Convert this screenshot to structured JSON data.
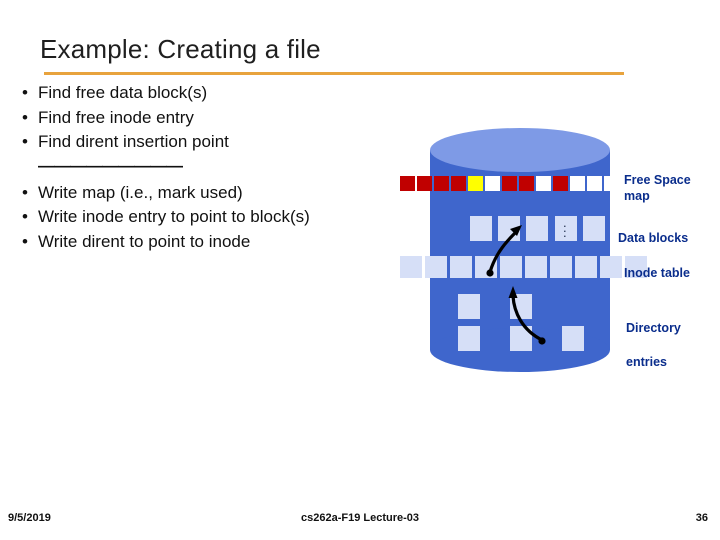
{
  "slide": {
    "title": "Example: Creating a file",
    "accent_color": "#E8A33D",
    "bullets": [
      {
        "marker": "•",
        "text": "Find free data block(s)"
      },
      {
        "marker": "•",
        "text": "Find free inode entry"
      },
      {
        "marker": "•",
        "text": "Find dirent insertion point"
      },
      {
        "marker": "",
        "text": "—————————"
      },
      {
        "marker": "•",
        "text": "Write map (i.e., mark used)"
      },
      {
        "marker": "•",
        "text": "Write inode entry to point to block(s)"
      },
      {
        "marker": "•",
        "text": "Write dirent to point to inode"
      }
    ],
    "diagram": {
      "label_free_space": "Free Space map",
      "label_data_blocks": "Data blocks",
      "label_inode_table": "Inode table",
      "label_directory": "Directory",
      "label_entries": "entries",
      "label_color": "#0A2D8C",
      "cylinder_top_color": "#7E9AE6",
      "cylinder_body_color": "#3F66CC",
      "cell_default_color": "#BFCCF0",
      "cell_used_color": "#C00000",
      "cell_highlight_color": "#FFFF00",
      "free_space_cells": [
        "red",
        "red",
        "red",
        "red",
        "yellow",
        "white",
        "red",
        "red",
        "white",
        "red",
        "white",
        "white",
        "white",
        "white",
        "white",
        "white"
      ],
      "vertical_dots": "⋮"
    },
    "footer": {
      "date": "9/5/2019",
      "center": "cs262a-F19 Lecture-03",
      "page": "36"
    }
  }
}
